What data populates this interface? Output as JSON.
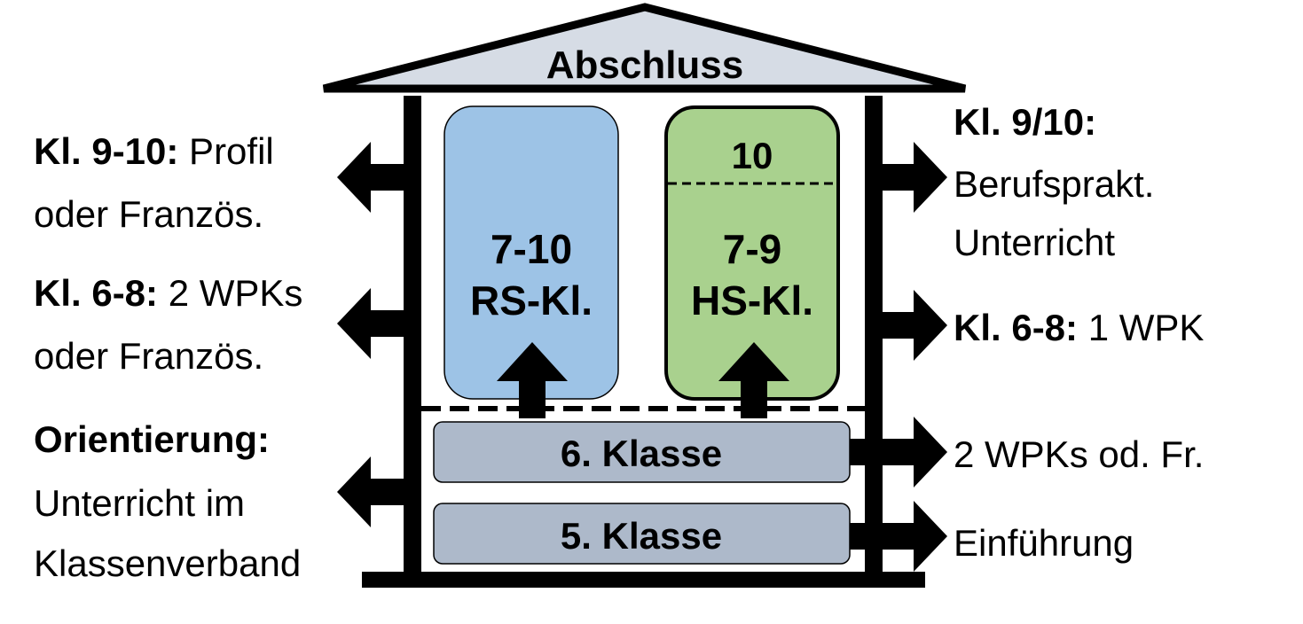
{
  "roof": {
    "label": "Abschluss"
  },
  "boxes": {
    "rs": {
      "line1": "7-10",
      "line2": "RS-Kl."
    },
    "hs": {
      "top": "10",
      "line1": "7-9",
      "line2": "HS-Kl."
    }
  },
  "grades": {
    "g6": "6. Klasse",
    "g5": "5. Klasse"
  },
  "left": [
    {
      "bold": "Kl. 9-10:",
      "rest": " Profil",
      "line2": "oder Französ."
    },
    {
      "bold": "Kl. 6-8:",
      "rest": " 2 WPKs",
      "line2": "oder Französ."
    },
    {
      "bold": "Orientierung:",
      "line2": "Unterricht im",
      "line3": "Klassenverband"
    }
  ],
  "right": [
    {
      "bold": "Kl. 9/10:",
      "line2": "Berufsprakt.",
      "line3": "Unterricht"
    },
    {
      "bold": "Kl. 6-8:",
      "rest": " 1 WPK"
    },
    {
      "text": "2 WPKs od. Fr."
    },
    {
      "text": "Einführung"
    }
  ],
  "colors": {
    "roof": "#d6dce5",
    "rs": "#9dc3e6",
    "hs": "#a9d18e",
    "grade": "#adb9ca"
  }
}
